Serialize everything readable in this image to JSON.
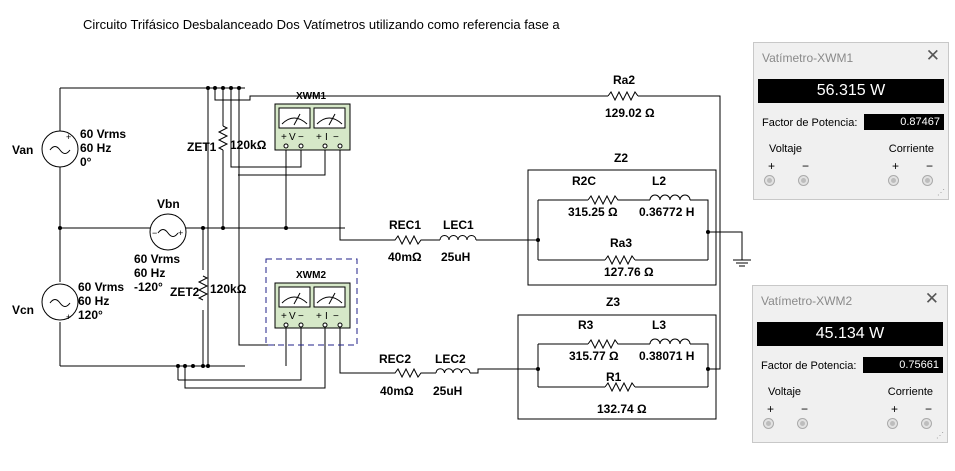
{
  "title": "Circuito Trifásico Desbalanceado Dos Vatímetros utilizando como referencia fase a",
  "sources": {
    "van": {
      "name": "Van",
      "v": "60 Vrms",
      "f": "60 Hz",
      "ph": "0°"
    },
    "vbn": {
      "name": "Vbn",
      "v": "60 Vrms",
      "f": "60 Hz",
      "ph": "-120°"
    },
    "vcn": {
      "name": "Vcn",
      "v": "60 Vrms",
      "f": "60 Hz",
      "ph": "120°"
    }
  },
  "components": {
    "zet1": {
      "name": "ZET1",
      "value": "120kΩ"
    },
    "zet2": {
      "name": "ZET2",
      "value": "120kΩ"
    },
    "xwm1": "XWM1",
    "xwm2": "XWM2",
    "ra2": {
      "name": "Ra2",
      "value": "129.02 Ω"
    },
    "rec1": {
      "name": "REC1",
      "value": "40mΩ"
    },
    "lec1": {
      "name": "LEC1",
      "value": "25uH"
    },
    "rec2": {
      "name": "REC2",
      "value": "40mΩ"
    },
    "lec2": {
      "name": "LEC2",
      "value": "25uH"
    },
    "z2": "Z2",
    "r2c": {
      "name": "R2C",
      "value": "315.25 Ω"
    },
    "l2": {
      "name": "L2",
      "value": "0.36772 H"
    },
    "ra3": {
      "name": "Ra3",
      "value": "127.76 Ω"
    },
    "z3": "Z3",
    "r3": {
      "name": "R3",
      "value": "315.77 Ω"
    },
    "l3": {
      "name": "L3",
      "value": "0.38071 H"
    },
    "r1": {
      "name": "R1",
      "value": "132.74 Ω"
    }
  },
  "meter_symbols": {
    "plus": "+",
    "v": "V",
    "minus": "−",
    "i": "I"
  },
  "panels": [
    {
      "title": "Vatímetro-XWM1",
      "reading": "56.315 W",
      "pf_label": "Factor de Potencia:",
      "pf_value": "0.87467",
      "voltage_label": "Voltaje",
      "current_label": "Corriente",
      "plus": "+",
      "minus": "−"
    },
    {
      "title": "Vatímetro-XWM2",
      "reading": "45.134 W",
      "pf_label": "Factor de Potencia:",
      "pf_value": "0.75661",
      "voltage_label": "Voltaje",
      "current_label": "Corriente",
      "plus": "+",
      "minus": "−"
    }
  ]
}
